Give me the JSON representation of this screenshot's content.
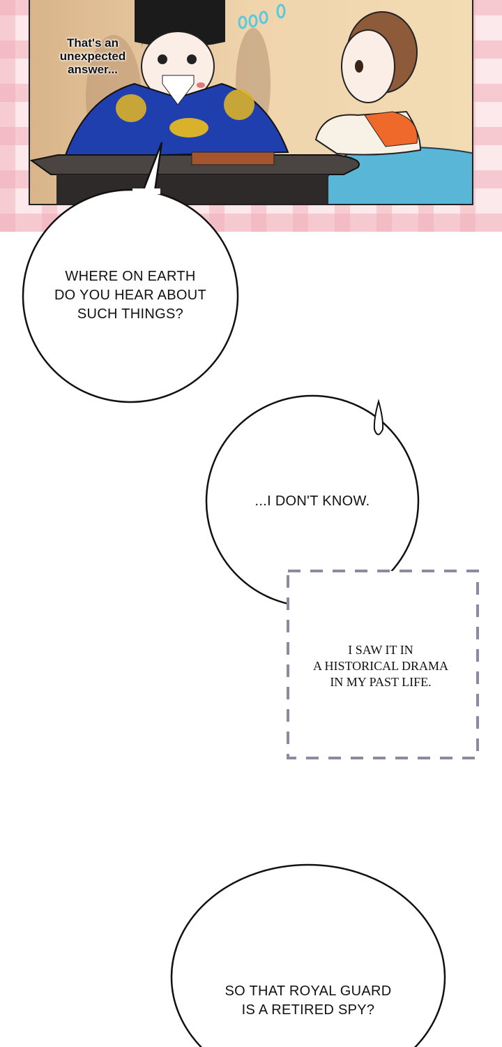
{
  "panel": {
    "narration": "That's an unexpected answer...",
    "narration_lines": [
      "That's an",
      "unexpected",
      "answer..."
    ]
  },
  "bubbles": [
    {
      "lines": [
        "WHERE ON EARTH",
        "DO YOU HEAR ABOUT",
        "SUCH THINGS?"
      ]
    },
    {
      "lines": [
        "...I DON'T KNOW."
      ]
    },
    {
      "lines": [
        "I SAW IT IN",
        "A HISTORICAL DRAMA",
        "IN MY PAST LIFE."
      ]
    },
    {
      "lines": [
        "SO THAT ROYAL GUARD",
        "IS A RETIRED SPY?"
      ]
    }
  ],
  "colors": {
    "robe": "#1f3fae",
    "hanbok_skirt": "#5ab6d6",
    "hanbok_top": "#ef6a2a",
    "background": "#e8c79a",
    "dashed_border": "#8a8aa0"
  }
}
